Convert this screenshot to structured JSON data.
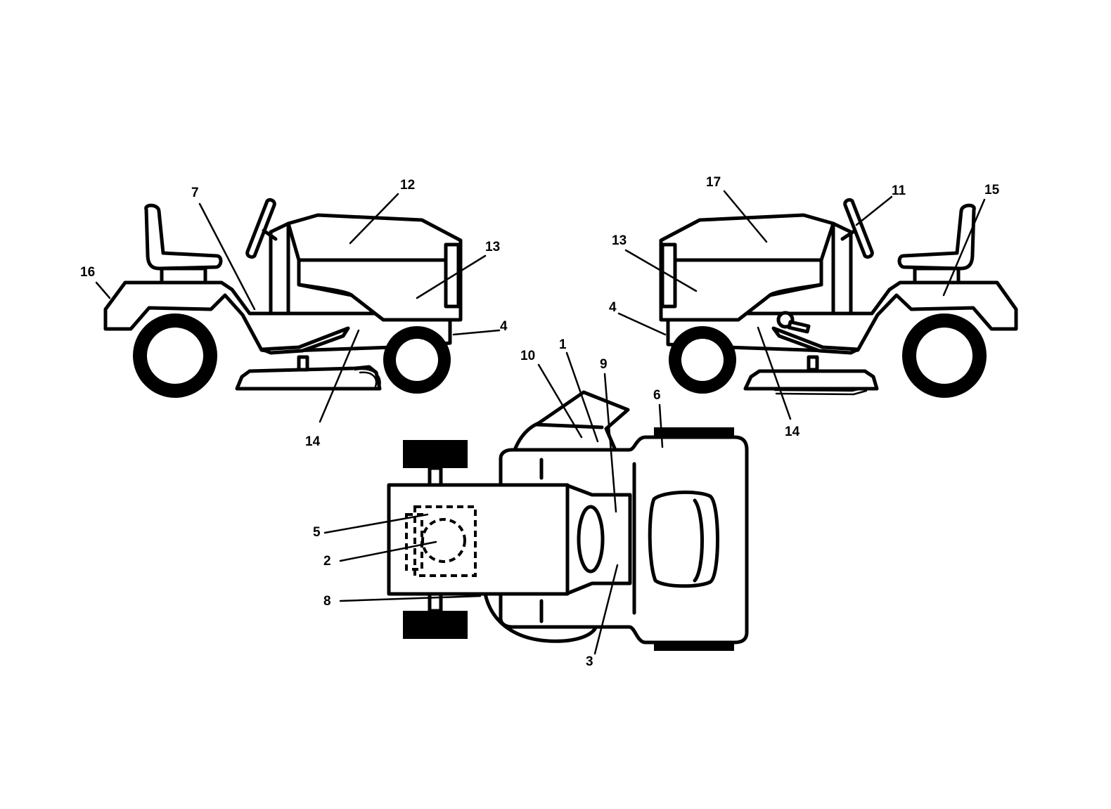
{
  "callouts": {
    "c1": "1",
    "c2": "2",
    "c3": "3",
    "c4_left": "4",
    "c4_right": "4",
    "c5": "5",
    "c6": "6",
    "c7": "7",
    "c8": "8",
    "c9": "9",
    "c10": "10",
    "c11": "11",
    "c12": "12",
    "c13_left": "13",
    "c13_right": "13",
    "c14_left": "14",
    "c14_right": "14",
    "c15": "15",
    "c16": "16",
    "c17": "17"
  },
  "colors": {
    "line": "#000000",
    "background": "#ffffff"
  }
}
